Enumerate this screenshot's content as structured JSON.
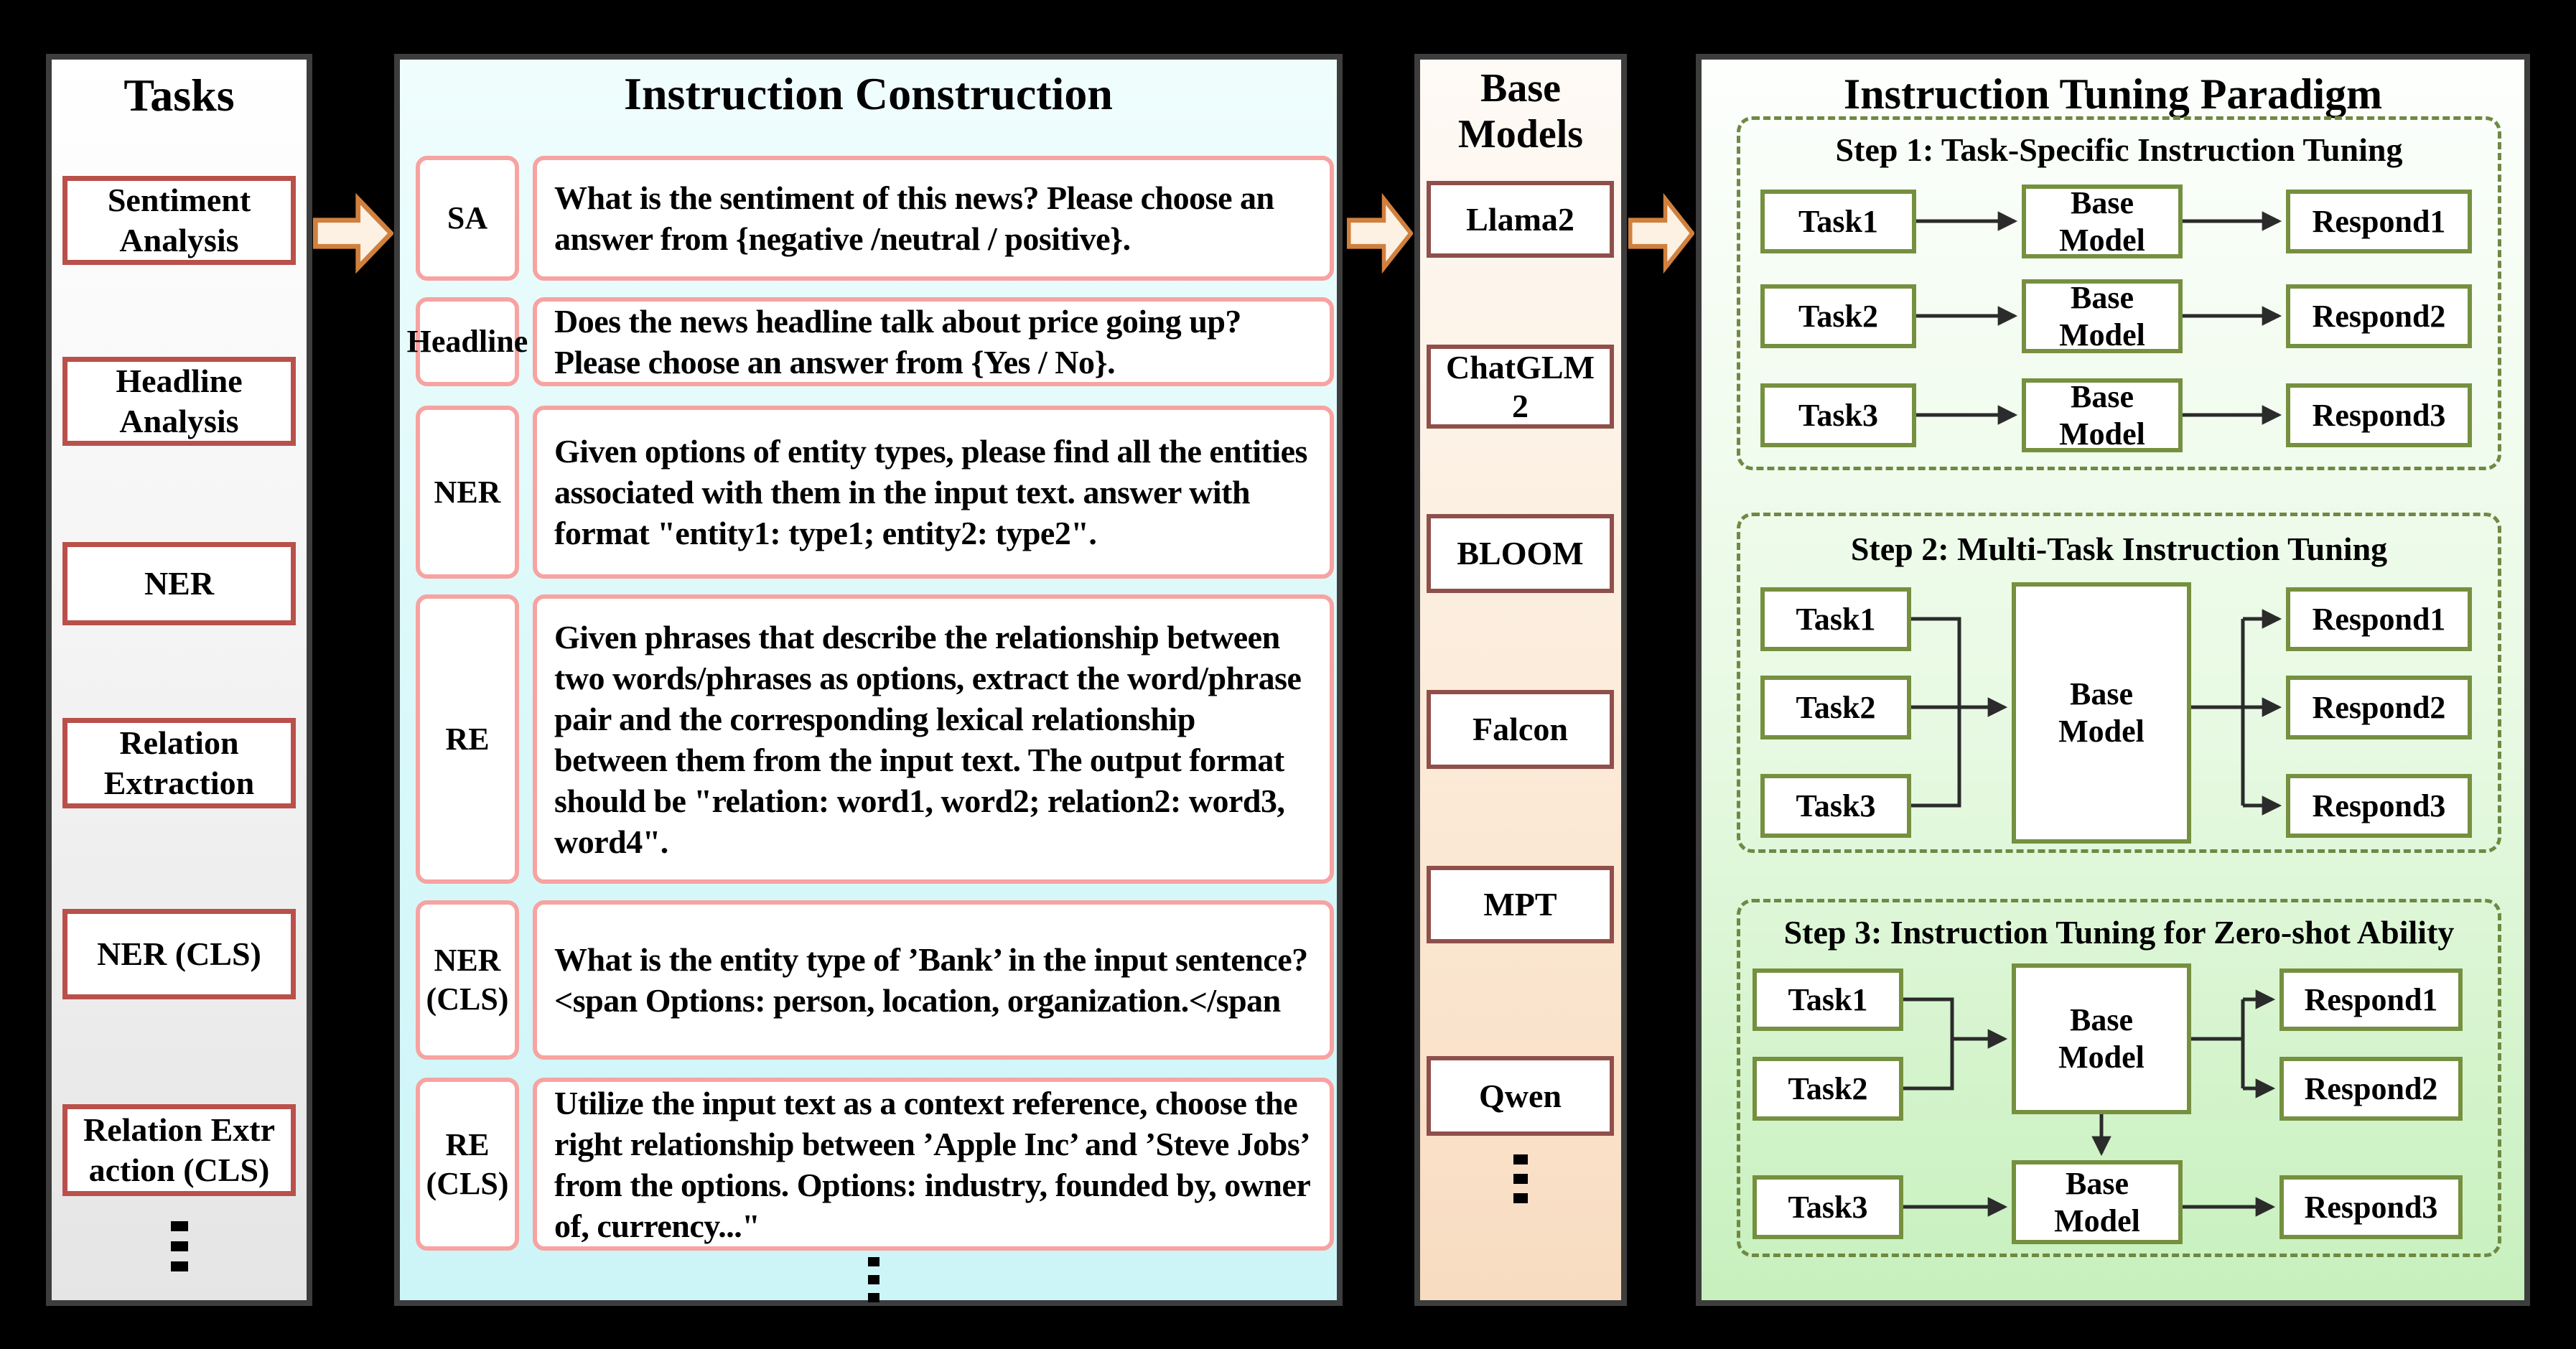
{
  "tasks": {
    "title": "Tasks",
    "items": [
      "Sentiment Analysis",
      "Headline Analysis",
      "NER",
      "Relation Extraction",
      "NER (CLS)",
      "Relation Extr action (CLS)"
    ]
  },
  "instruction_construction": {
    "title": "Instruction Construction",
    "rows": [
      {
        "label": "SA",
        "text": "What is the sentiment of this news? Please choose an answer from {negative /neutral / positive}."
      },
      {
        "label": "Headline",
        "text": "Does the news headline talk about price going up? Please choose an answer from {Yes / No}."
      },
      {
        "label": "NER",
        "text": "Given options of entity types, please find all the entities associated with them in the input text. answer with format \"entity1: type1; entity2: type2\"."
      },
      {
        "label": "RE",
        "text": "Given phrases that describe the relationship between two words/phrases as options, extract the word/phrase pair and the corresponding lexical relationship between them from the input text. The output format should be \"relation: word1, word2; relation2: word3, word4\"."
      },
      {
        "label": "NER (CLS)",
        "text": "What is the entity type of ’Bank’ in the input sentence?<span Options: person, location, organization.</span"
      },
      {
        "label": "RE (CLS)",
        "text": "Utilize the input text as a context reference, choose the right relationship between ’Apple Inc’ and ’Steve Jobs’ from the options. Options: industry, founded by, owner of, currency...\""
      }
    ]
  },
  "base_models": {
    "title": "Base Models",
    "items": [
      "Llama2",
      "ChatGLM\n2",
      "BLOOM",
      "Falcon",
      "MPT",
      "Qwen"
    ]
  },
  "paradigm": {
    "title": "Instruction Tuning Paradigm",
    "steps": [
      {
        "title": "Step 1: Task-Specific Instruction Tuning"
      },
      {
        "title": "Step 2: Multi-Task Instruction Tuning"
      },
      {
        "title": "Step 3: Instruction Tuning for Zero-shot Ability"
      }
    ],
    "box_labels": {
      "task1": "Task1",
      "task2": "Task2",
      "task3": "Task3",
      "base_model": "Base\nModel",
      "respond1": "Respond1",
      "respond2": "Respond2",
      "respond3": "Respond3"
    }
  },
  "colors": {
    "panel_border": "#3d3d3d",
    "task_box_border": "#b9504a",
    "ic_box_border": "#f7a3a1",
    "bm_box_border": "#8f4f4b",
    "green_box_border": "#75903f",
    "dashed_border": "#6f8943",
    "connector": "#2b2b2b",
    "arrow_fill": "#fcf1e3",
    "arrow_stroke": "#d0803e"
  }
}
